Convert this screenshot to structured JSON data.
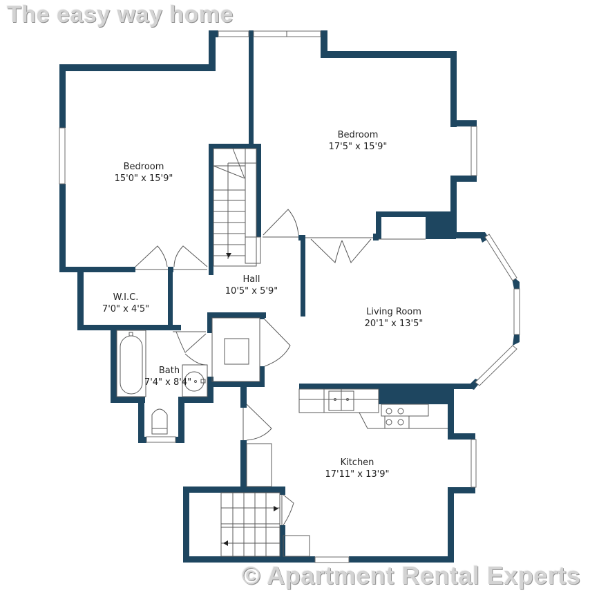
{
  "watermark": {
    "top": "The easy way home",
    "bottom": "© Apartment Rental Experts"
  },
  "colors": {
    "wall": "#1e4660",
    "line": "#5a5a5a",
    "background": "#ffffff",
    "watermark": "#d3d3d3"
  },
  "rooms": [
    {
      "name": "Bedroom",
      "size": "15'0\" x 15'9\""
    },
    {
      "name": "Bedroom",
      "size": "17'5\" x 15'9\""
    },
    {
      "name": "Hall",
      "size": "10'5\" x 5'9\""
    },
    {
      "name": "W.I.C.",
      "size": "7'0\" x 4'5\""
    },
    {
      "name": "Living Room",
      "size": "20'1\" x 13'5\""
    },
    {
      "name": "Bath",
      "size": "7'4\" x 8'4\""
    },
    {
      "name": "Kitchen",
      "size": "17'11\" x 13'9\""
    }
  ]
}
